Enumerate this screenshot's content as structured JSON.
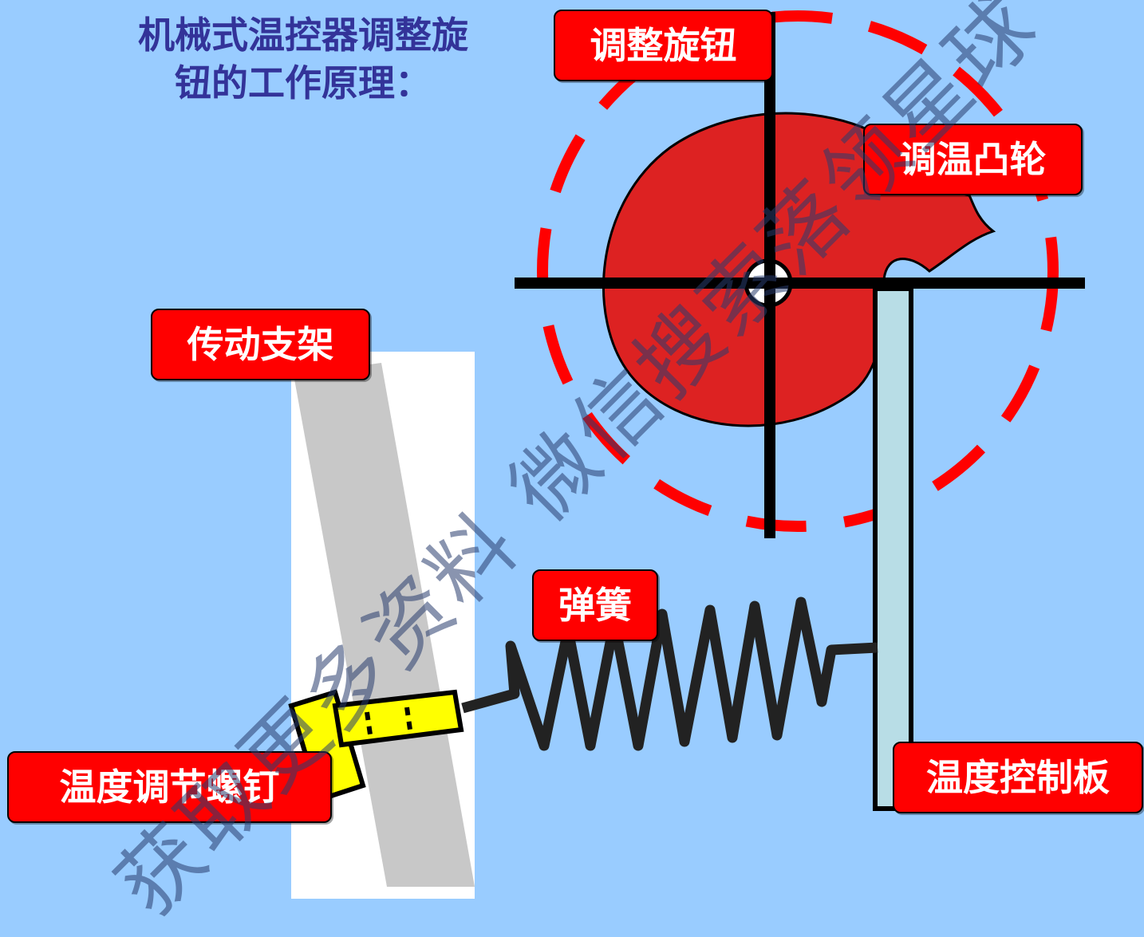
{
  "title": {
    "line1": "机械式温控器调整旋",
    "line2": "钮的工作原理："
  },
  "labels": {
    "knob": "调整旋钮",
    "cam": "调温凸轮",
    "bracket": "传动支架",
    "spring": "弹簧",
    "screw": "温度调节螺钉",
    "plate": "温度控制板"
  },
  "watermark": "获取更多资料 微信搜索落领星球",
  "colors": {
    "background": "#99ccff",
    "title": "#333399",
    "label_bg": "#ff0000",
    "cam": "#dd2222",
    "screw": "#ffff00",
    "plate": "#b8dde6"
  }
}
